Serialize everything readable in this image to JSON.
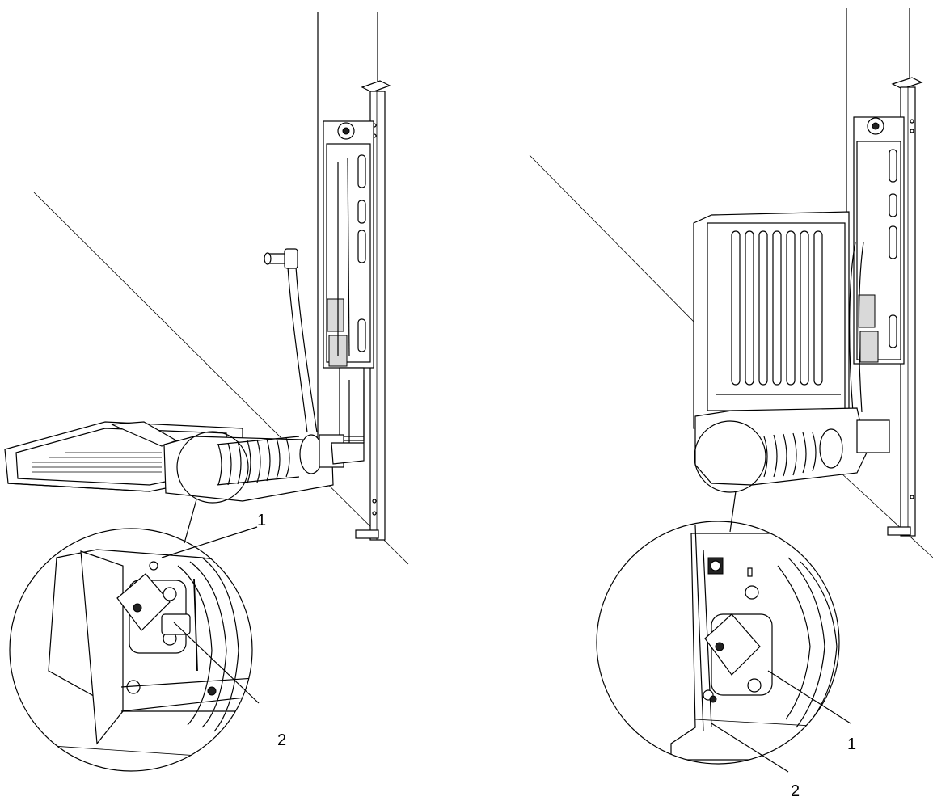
{
  "callouts": {
    "left_1": "1",
    "left_2": "2",
    "right_1": "1",
    "right_2": "2"
  }
}
